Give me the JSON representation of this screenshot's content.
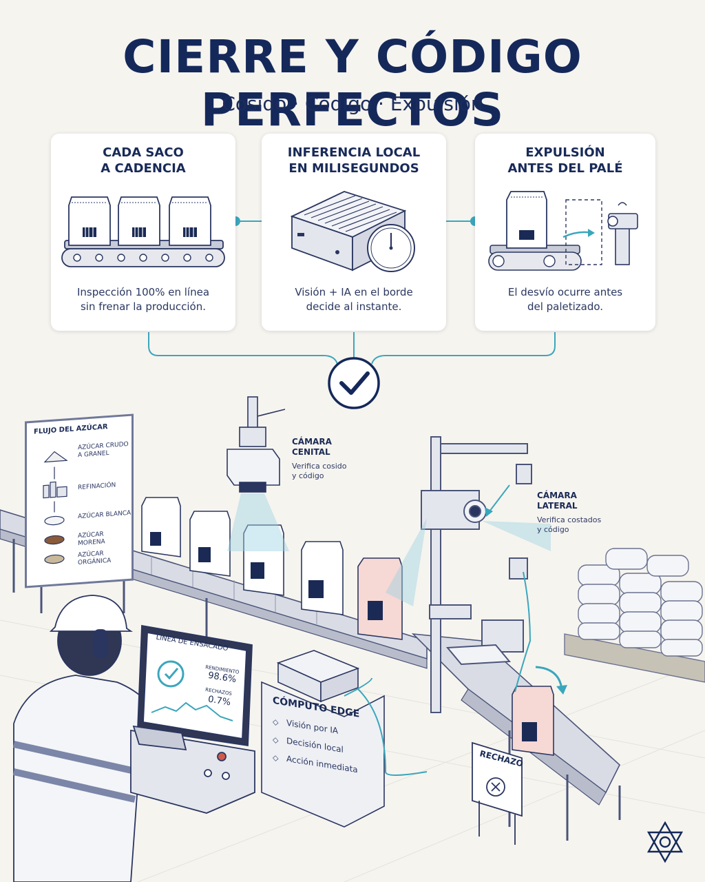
{
  "header": {
    "title": "CIERRE Y CÓDIGO PERFECTOS",
    "subtitle": "Cosido · Código · Expulsión"
  },
  "cards": [
    {
      "title": "CADA SACO\nA CADENCIA",
      "description": "Inspección 100% en línea\nsin frenar la producción."
    },
    {
      "title": "INFERENCIA LOCAL\nEN MILISEGUNDOS",
      "description": "Visión + IA en el borde\ndecide al instante."
    },
    {
      "title": "EXPULSIÓN\nANTES DEL PALÉ",
      "description": "El desvío ocurre antes\ndel paletizado."
    }
  ],
  "flow_board": {
    "title": "FLUJO DEL AZÚCAR",
    "items": [
      "AZÚCAR CRUDO\nA GRANEL",
      "REFINACIÓN",
      "AZÚCAR BLANCA",
      "AZÚCAR MORENA",
      "AZÚCAR ORGÁNICA"
    ]
  },
  "camera_top": {
    "title": "CÁMARA\nCENITAL",
    "description": "Verifica cosido\ny código"
  },
  "camera_side": {
    "title": "CÁMARA\nLATERAL",
    "description": "Verifica costados\ny código"
  },
  "monitor": {
    "title": "LÍNEA DE ENSACADO",
    "metric1_label": "RENDIMIENTO",
    "metric1_value": "98.6%",
    "metric2_label": "RECHAZOS",
    "metric2_value": "0.7%"
  },
  "edge_box": {
    "title": "CÓMPUTO EDGE",
    "items": [
      "Visión por IA",
      "Decisión local",
      "Acción inmediata"
    ]
  },
  "reject_sign": "RECHAZO",
  "colors": {
    "navy": "#14285a",
    "accent": "#3aa6bc",
    "reject_bag": "#f6d8d4",
    "background": "#f6f4ef"
  }
}
